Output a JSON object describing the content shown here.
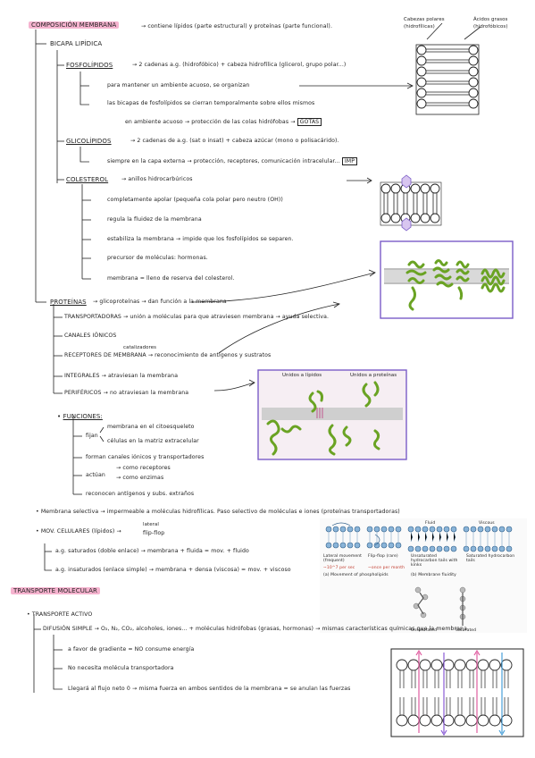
{
  "title": "COMPOSICIÓN MEMBRANA",
  "title_desc": "contiene lípidos (parte estructural) y proteínas (parte funcional).",
  "corner_labels": {
    "polar": "Cabezas polares (hidrofílicas)",
    "fatty": "Ácidos grasos (hidrofóbicos)"
  },
  "bicapa": "BICAPA LIPÍDICA",
  "fosfolipidos": {
    "head": "FOSFOLÍPIDOS",
    "desc": "2 cadenas a.g. (hidrofóbico) + cabeza hidrofílica (glicerol, grupo polar...)",
    "l1": "para mantener un ambiente acuoso, se organizan",
    "l2": "las bicapas de fosfolípidos se cierran temporalmente sobre ellos mismos",
    "l3": "en ambiente acuoso",
    "l3b": "protección de las colas hidrófobas",
    "gotas": "GOTAS"
  },
  "glicolipidos": {
    "head": "GLICOLÍPIDOS",
    "desc": "2 cadenas de a.g. (sat o insat) + cabeza azúcar (mono o polisacárido).",
    "l1": "siempre en la capa externa",
    "l1b": "protección, receptores, comunicación intracelular...",
    "imp": "IMP"
  },
  "colesterol": {
    "head": "COLESTEROL",
    "desc": "anillos hidrocarbúricos",
    "items": [
      "completamente apolar (pequeña cola polar pero neutro (OH))",
      "regula la fluidez de la membrana",
      "estabiliza la membrana",
      "impide que los fosfolípidos se separen.",
      "precursor de moléculas: hormonas.",
      "membrana = lleno de reserva del colesterol."
    ]
  },
  "proteinas": {
    "head": "PROTEÍNAS",
    "desc": "glicoproteínas",
    "desc2": "dan función a la membrana",
    "items": [
      "TRANSPORTADORAS",
      "unión a moléculas para que atraviesen membrana",
      "ayuda selectiva.",
      "CANALES IÓNICOS",
      "RECEPTORES DE MEMBRANA",
      "reconocimiento de antígenos y sustratos",
      "INTEGRALES",
      "atraviesan la membrana",
      "PERIFÉRICOS",
      "no atraviesan la membrana"
    ],
    "catalizadoras": "catalizadores"
  },
  "funciones": {
    "head": "FUNCIONES:",
    "fijan": "fijan",
    "fijan_a": "membrana en el citoesqueleto",
    "fijan_b": "células en la matriz extracelular",
    "forman": "forman canales iónicos y transportadores",
    "actuan": "actúan",
    "actuan_a": "como receptores",
    "actuan_b": "como enzimas",
    "reconocen": "reconocen antígenos y subs. extraños"
  },
  "notes": {
    "selectiva": "Membrana selectiva → impermeable a moléculas hidrofílicas. Paso selectivo de moléculas e iones (proteínas transportadoras)",
    "movs": "MOV. CELULARES (lípidos)",
    "lateral": "lateral",
    "flipflop": "flip-flop",
    "saturados": "a.g. saturados (doble enlace) → membrana + fluida = mov. + fluido",
    "insaturados": "a.g. insaturados (enlace simple) → membrana + densa (viscosa) = mov. + viscoso"
  },
  "panel_labels": {
    "unidos_lipidos": "Unidos a lípidos",
    "unidos_proteinas": "Unidos a proteínas",
    "lateral": "Lateral movement (frequent)",
    "flip": "Flip-flop (rare)",
    "lat_rate": "~10^7 per sec",
    "flip_rate": "~once per month",
    "a_caption": "(a) Movement of phospholipids",
    "fluid": "Fluid",
    "viscous": "Viscous",
    "unsat_tails": "Unsaturated hydrocarbon tails with kinks",
    "sat_tails": "Saturated hydrocarbon tails",
    "b_caption": "(b) Membrane fluidity",
    "unsaturated": "Unsaturated",
    "saturated": "Saturated"
  },
  "transporte": {
    "title": "TRANSPORTE MOLECULAR",
    "activo": "TRANSPORTE ACTIVO",
    "difusion": "DIFUSIÓN SIMPLE → O₂, N₂, CO₂, alcoholes, iones... + moléculas hidrófobas (grasas, hormonas) → mismas características químicas que la membrana",
    "d1": "a favor de gradiente = NO consume energía",
    "d2": "No necesita molécula transportadora",
    "d3": "Llegará al flujo neto 0 → misma fuerza en ambos sentidos de la membrana = se anulan las fuerzas"
  }
}
